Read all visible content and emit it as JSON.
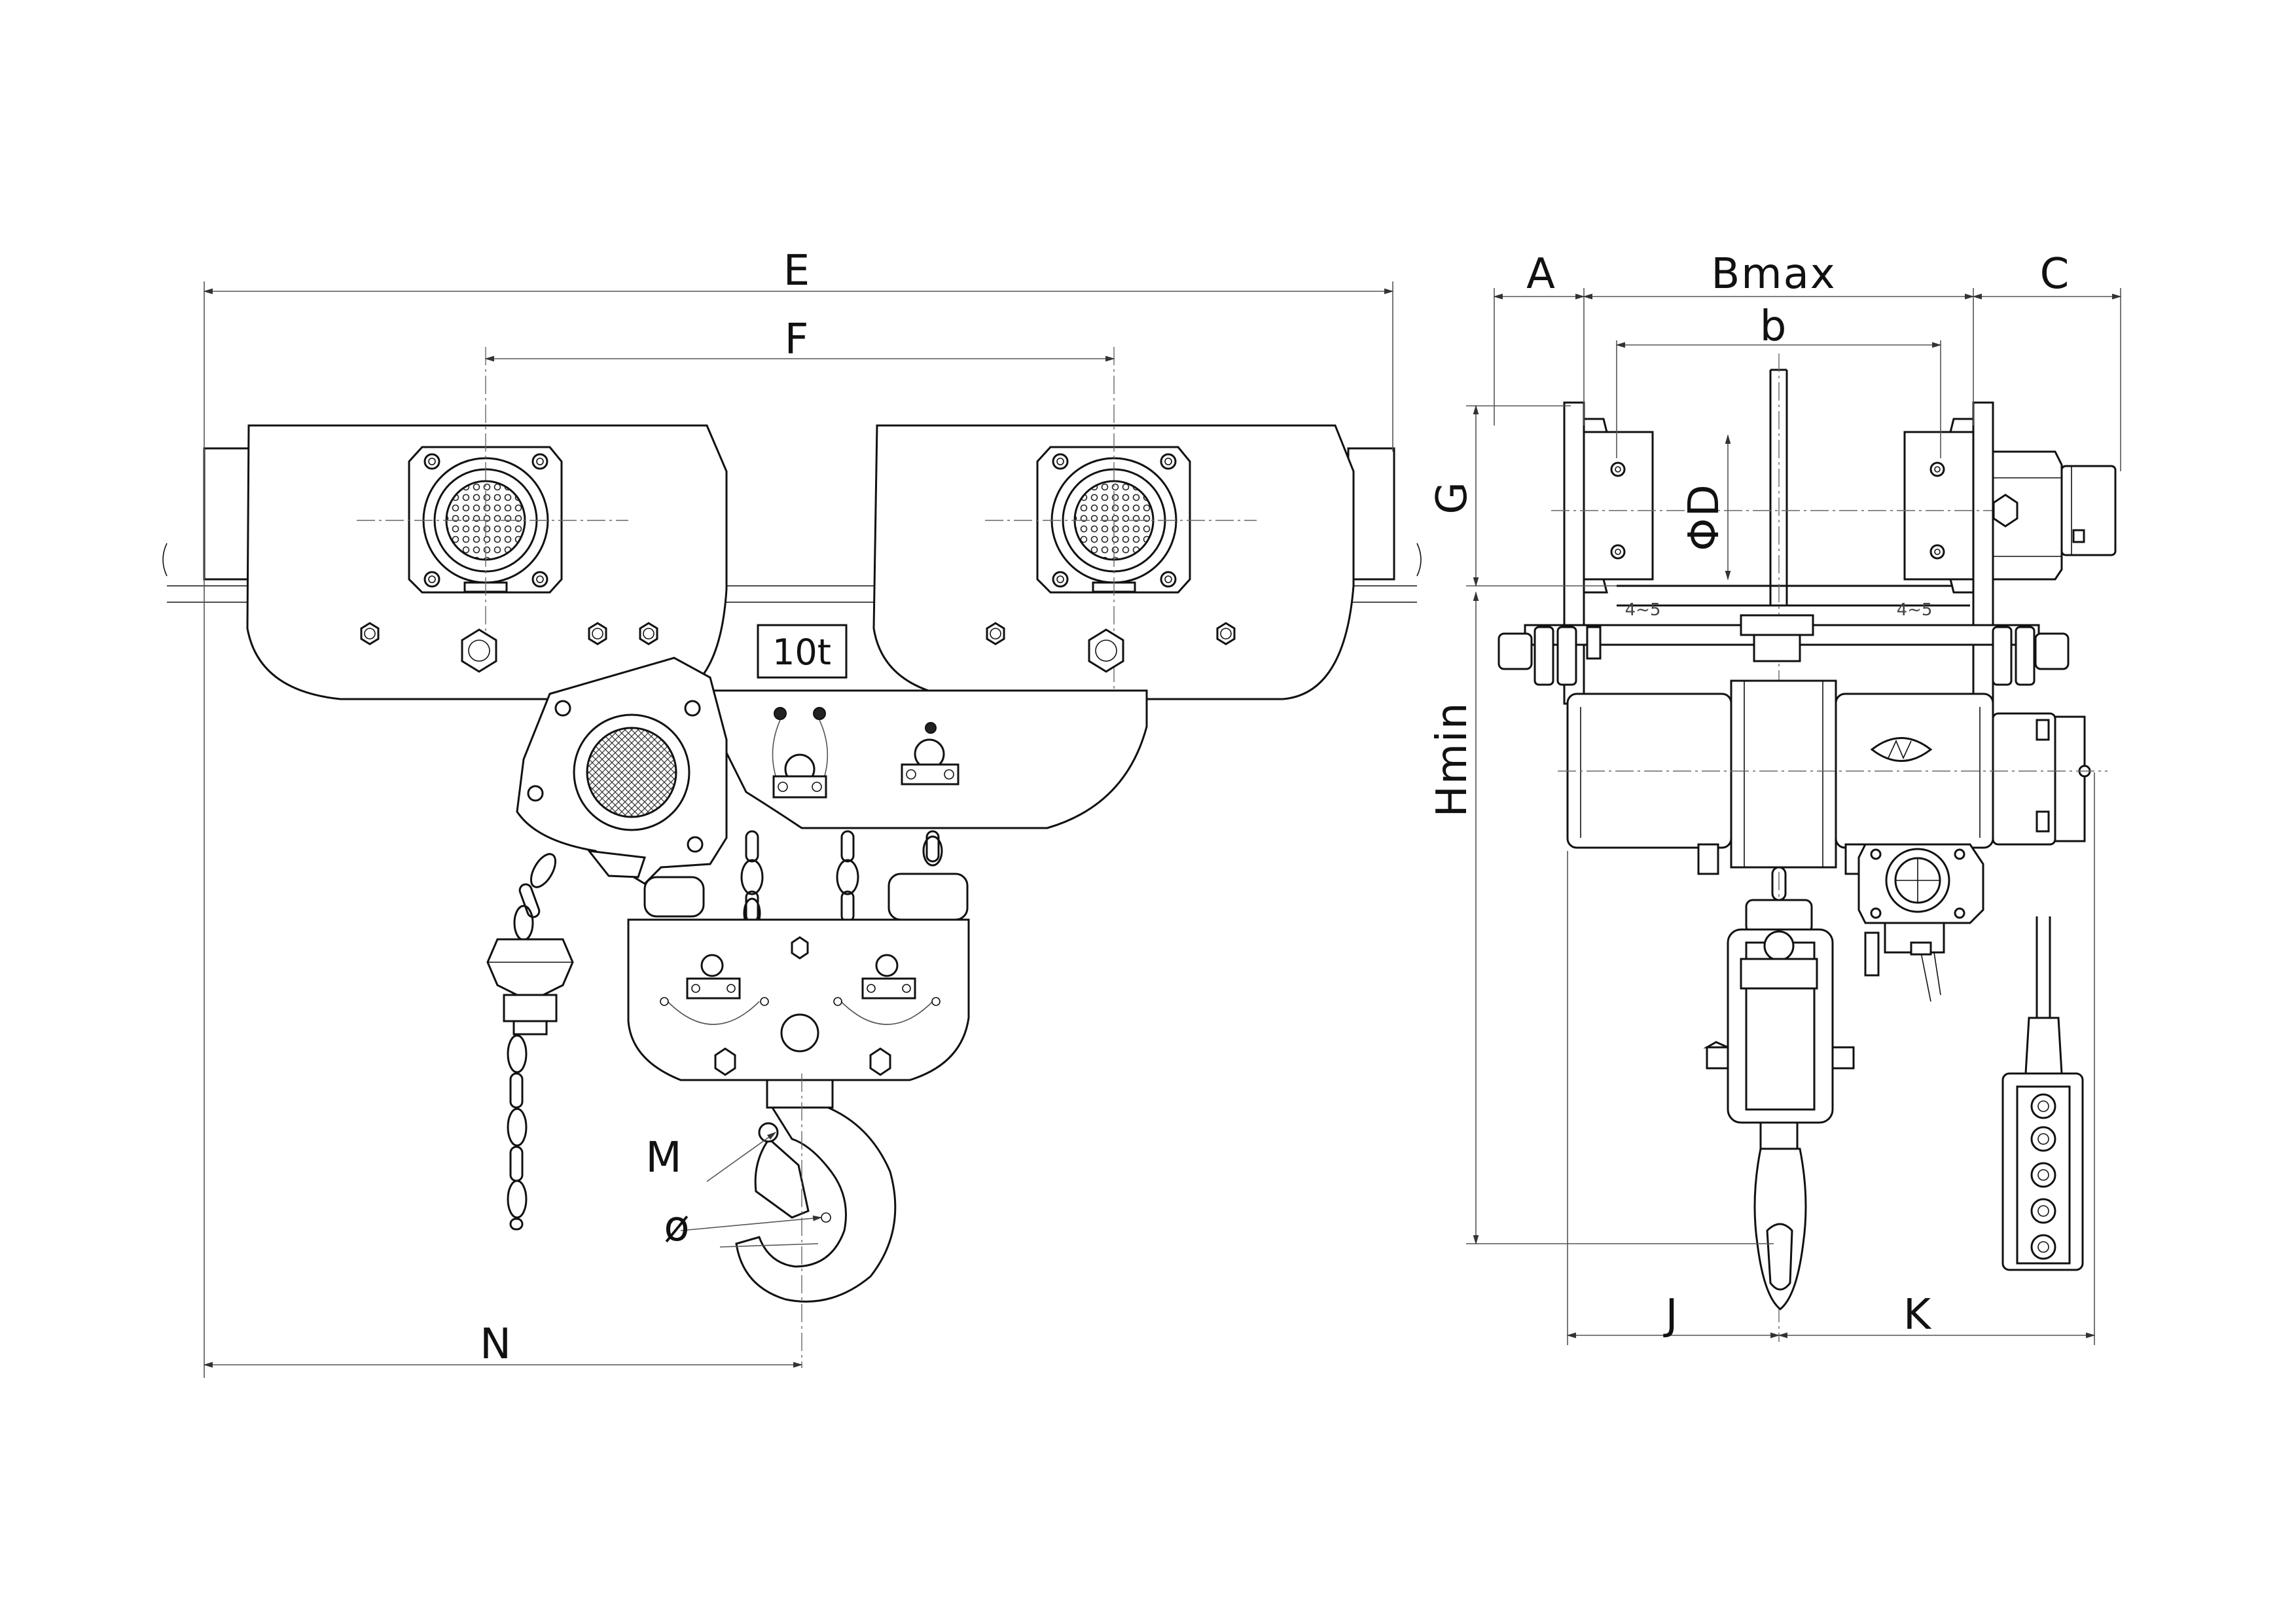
{
  "drawing": {
    "capacity_plate": "10t",
    "front_view_dimensions": {
      "overall_length": "E",
      "wheel_centers": "F",
      "hook_offset": "N",
      "hook_throat": "M",
      "hook_diameter": "ø"
    },
    "side_view_dimensions": {
      "side_a": "A",
      "beam_width_max": "Bmax",
      "flange_b": "b",
      "side_c": "C",
      "wheel_g": "G",
      "wheel_diameter": "ΦD",
      "headroom": "Hmin",
      "offset_j": "J",
      "offset_k": "K"
    },
    "flange_slope_left": "4~5",
    "flange_slope_right": "4~5"
  }
}
